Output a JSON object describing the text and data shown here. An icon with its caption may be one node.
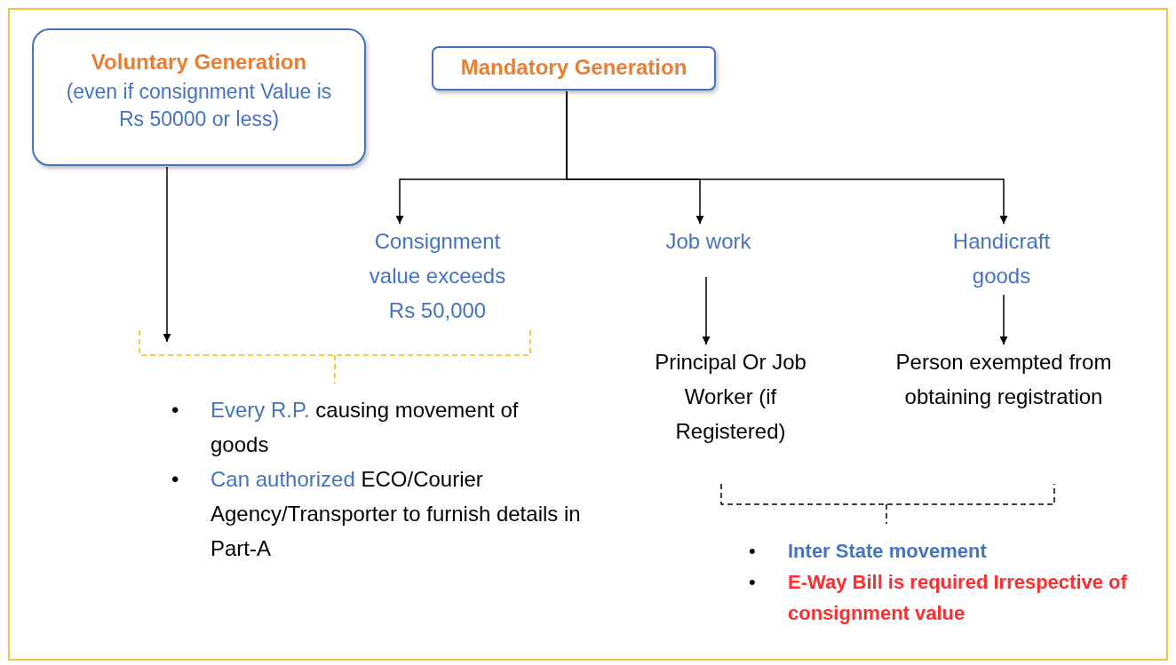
{
  "diagram": {
    "nodes": [
      {
        "text": [
          "Voluntary Generation",
          "(even if consignment Value is Rs 50000 or less)"
        ]
      },
      {
        "text": [
          "Mandatory Generation"
        ]
      },
      {
        "text": [
          "Consignment value exceeds Rs 50,000"
        ]
      },
      {
        "text": [
          "Job work"
        ]
      },
      {
        "text": [
          "Handicraft goods"
        ]
      },
      {
        "text": [
          "Principal Or Job Worker (if Registered)"
        ]
      },
      {
        "text": [
          "Person exempted from obtaining registration"
        ]
      },
      {
        "text": [
          "*Every R.P.* causing movement of goods",
          "*Can authorized* ECO/Courier Agency/Transporter to furnish details in Part-A"
        ]
      },
      {
        "text": [
          "Inter State movement",
          "E-Way Bill is required Irrespective of consignment value"
        ]
      }
    ],
    "edges": [
      {
        "from": 1,
        "to": 2,
        "arrow": "to"
      },
      {
        "from": 1,
        "to": 3,
        "arrow": "to"
      },
      {
        "from": 1,
        "to": 4,
        "arrow": "to"
      },
      {
        "from": 3,
        "to": 5,
        "arrow": "to"
      },
      {
        "from": 4,
        "to": 6,
        "arrow": "to"
      },
      {
        "from": 0,
        "to": 7,
        "arrow": "to"
      }
    ],
    "labels": [
      "•",
      "•",
      "•",
      "•"
    ]
  }
}
